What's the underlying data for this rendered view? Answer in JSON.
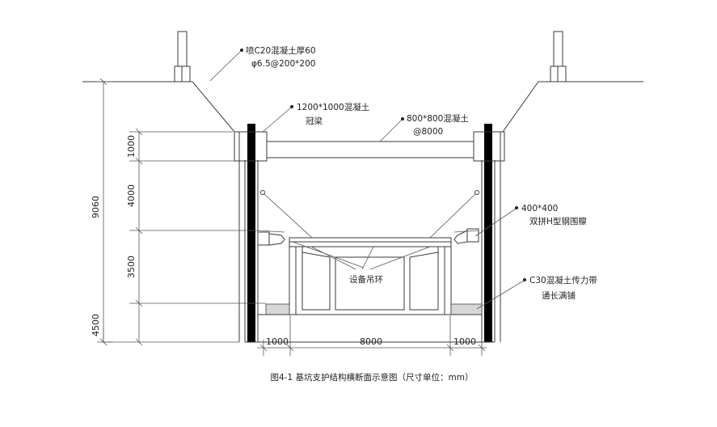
{
  "labels": {
    "shotcrete_l1": "喷C20混凝土厚60",
    "shotcrete_l2": "φ6.5@200*200",
    "crown_l1": "1200*1000混凝土",
    "crown_l2": "冠梁",
    "strut_l1": "800*800混凝土",
    "strut_l2": "@8000",
    "waler_l1": "400*400",
    "waler_l2": "双拼H型钢围檩",
    "hoist": "设备吊环",
    "band_l1": "C30混凝土传力带",
    "band_l2": "通长满铺"
  },
  "dimensions": {
    "total_height": "9060",
    "v1": "1000",
    "v2": "4000",
    "v3": "3500",
    "v4": "4500",
    "h_left": "1000",
    "h_mid": "8000",
    "h_right": "1000"
  },
  "caption": "图4-1 基坑支护结构横断面示意图（尺寸单位：mm）"
}
